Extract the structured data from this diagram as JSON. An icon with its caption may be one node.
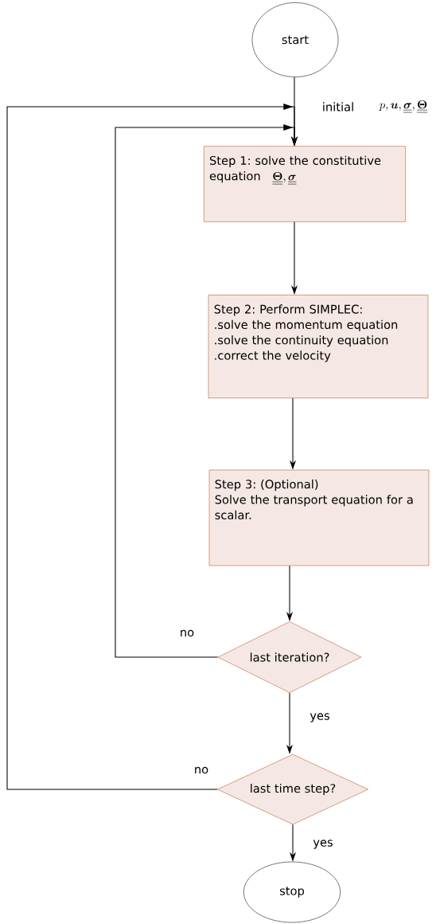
{
  "diagram": {
    "nodes": [
      {
        "text": [
          "start"
        ]
      },
      {
        "text": [
          "Step 1: solve the constitutive equation",
          "\\underline{\\underline{\\boldsymbol{\\Theta}}}, \\underline{\\underline{\\boldsymbol{\\sigma}}}"
        ]
      },
      {
        "text": [
          "Step 2: Perform SIMPLEC:",
          ".solve the momentum equation",
          ".solve the continuity equation",
          ".correct the velocity"
        ]
      },
      {
        "text": [
          "Step 3: (Optional)",
          "Solve the transport equation for a scalar."
        ]
      },
      {
        "text": [
          "last iteration?"
        ]
      },
      {
        "text": [
          "last time step?"
        ]
      },
      {
        "text": [
          "stop"
        ]
      }
    ],
    "edges": [
      {
        "from": 0,
        "to": 1,
        "arrow": "to",
        "label": "initial"
      },
      {
        "from": 1,
        "to": 2,
        "arrow": "to"
      },
      {
        "from": 2,
        "to": 3,
        "arrow": "to"
      },
      {
        "from": 3,
        "to": 4,
        "arrow": "to"
      },
      {
        "from": 4,
        "to": 1,
        "arrow": "to",
        "label": "no"
      },
      {
        "from": 4,
        "to": 5,
        "arrow": "to",
        "label": "yes"
      },
      {
        "from": 5,
        "to": 1,
        "arrow": "to",
        "label": "no"
      },
      {
        "from": 5,
        "to": 6,
        "arrow": "to",
        "label": "yes"
      }
    ],
    "labels": [
      "p, \\boldsymbol{u}, \\underline{\\underline{\\boldsymbol{\\sigma}}}, \\underline{\\underline{\\boldsymbol{\\Theta}}}"
    ]
  }
}
